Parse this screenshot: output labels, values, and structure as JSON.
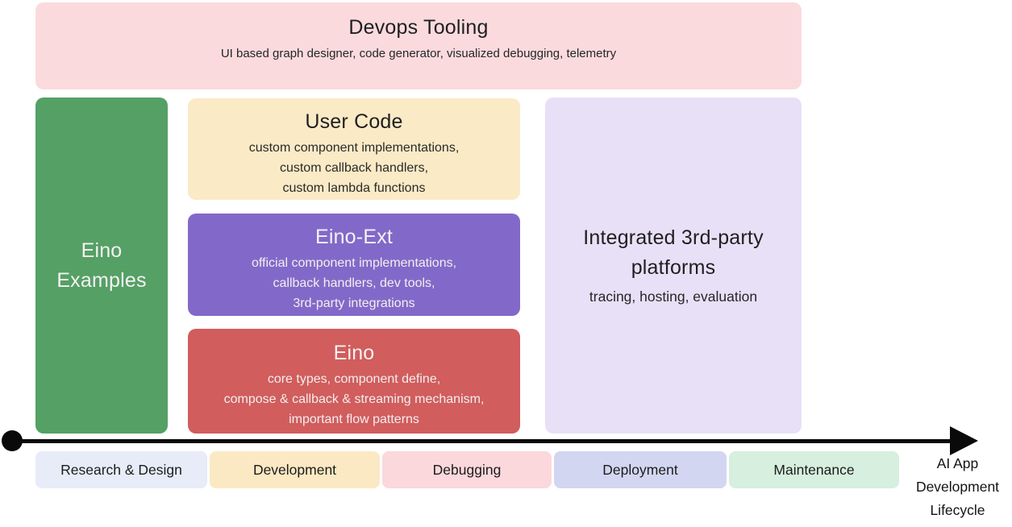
{
  "colors": {
    "canvas_bg": "#ffffff",
    "devops_bg": "#fbdade",
    "examples_bg": "#55a065",
    "user_code_bg": "#faeac6",
    "eino_ext_bg": "#8269c9",
    "eino_bg": "#d15d5d",
    "platforms_bg": "#e7e0f7",
    "arrow_color": "#0a0a0a",
    "dark_text": "#222222",
    "light_text": "#f5f2f2"
  },
  "devops_box": {
    "title": "Devops Tooling",
    "subtitle": "UI based graph designer, code generator, visualized debugging, telemetry"
  },
  "examples_box": {
    "title_lines": [
      "Eino",
      "Examples"
    ]
  },
  "user_code_box": {
    "title": "User Code",
    "body_lines": [
      "custom component implementations,",
      "custom callback handlers,",
      "custom lambda functions"
    ]
  },
  "eino_ext_box": {
    "title": "Eino-Ext",
    "body_lines": [
      "official component implementations,",
      "callback handlers, dev tools,",
      "3rd-party integrations"
    ]
  },
  "eino_box": {
    "title": "Eino",
    "body_lines": [
      "core types, component define,",
      "compose & callback & streaming mechanism,",
      "important flow patterns"
    ]
  },
  "platforms_box": {
    "title_lines": [
      "Integrated 3rd-party",
      "platforms"
    ],
    "subtitle": "tracing, hosting, evaluation"
  },
  "timeline": {
    "stages": [
      {
        "label": "Research & Design",
        "color": "#e8ecf8"
      },
      {
        "label": "Development",
        "color": "#fbe9c3"
      },
      {
        "label": "Debugging",
        "color": "#fbd8db"
      },
      {
        "label": "Deployment",
        "color": "#d3d6f1"
      },
      {
        "label": "Maintenance",
        "color": "#d7efdf"
      }
    ],
    "axis_label_lines": [
      "AI App",
      "Development",
      "Lifecycle"
    ]
  }
}
